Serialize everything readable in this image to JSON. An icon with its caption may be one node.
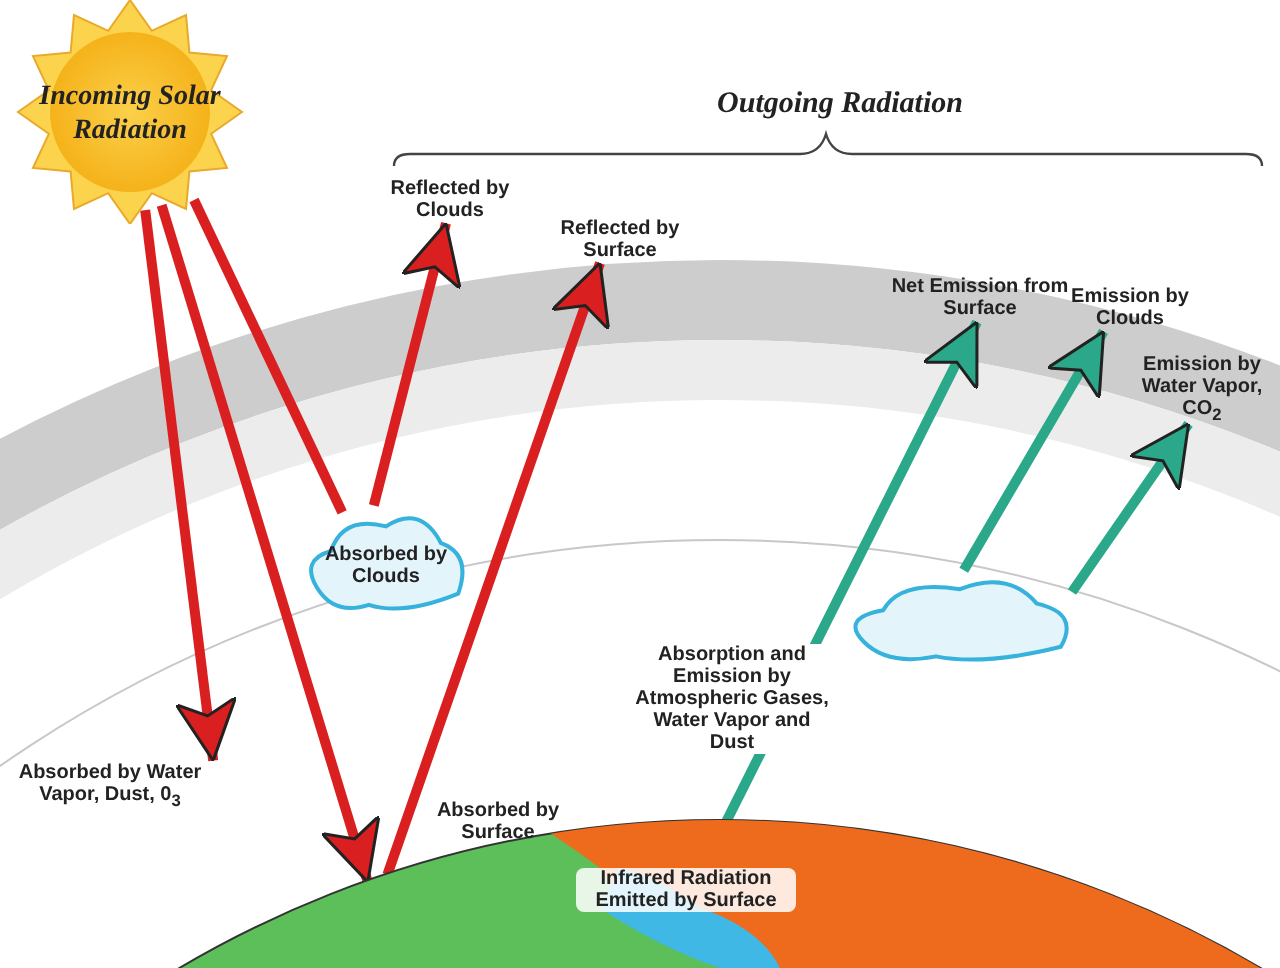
{
  "diagram": {
    "nodes": [
      {
        "text": [
          "Incoming Solar Radiation"
        ]
      },
      {
        "text": [
          "Absorbed by Clouds"
        ]
      },
      {
        "text": [],
        "shape": "cloud"
      },
      {
        "text": [
          "Infrared Radiation Emitted by Surface"
        ]
      },
      {
        "text": [
          "Absorbed by Water Vapor, Dust, 0$_{3}$"
        ]
      },
      {
        "text": [
          "Reflected by Clouds"
        ]
      },
      {
        "text": [
          "Reflected by Surface"
        ]
      },
      {
        "text": [
          "Net Emission from Surface"
        ]
      },
      {
        "text": [
          "Emission by Clouds"
        ]
      },
      {
        "text": [
          "Emission by Water Vapor, CO$_{2}$"
        ]
      }
    ],
    "edges": [
      {
        "from": 0,
        "to": 4,
        "arrow": "to"
      },
      {
        "from": 0,
        "to": 3,
        "arrow": "to"
      },
      {
        "from": 0,
        "to": 1,
        "arrow": "none"
      },
      {
        "from": 1,
        "to": 5,
        "arrow": "to"
      },
      {
        "from": 3,
        "to": 6,
        "arrow": "to"
      },
      {
        "from": 3,
        "to": 7,
        "arrow": "to",
        "label": "Absorption and Emission by Atmospheric Gases, Water Vapor and Dust",
        "color": "#2aa889"
      },
      {
        "from": 2,
        "to": 8,
        "arrow": "to",
        "color": "#2aa889"
      },
      {
        "from": null,
        "to": 9,
        "arrow": "to",
        "color": "#2aa889"
      }
    ],
    "labels": [
      "Outgoing Radiation",
      "Absorbed by Surface"
    ]
  }
}
